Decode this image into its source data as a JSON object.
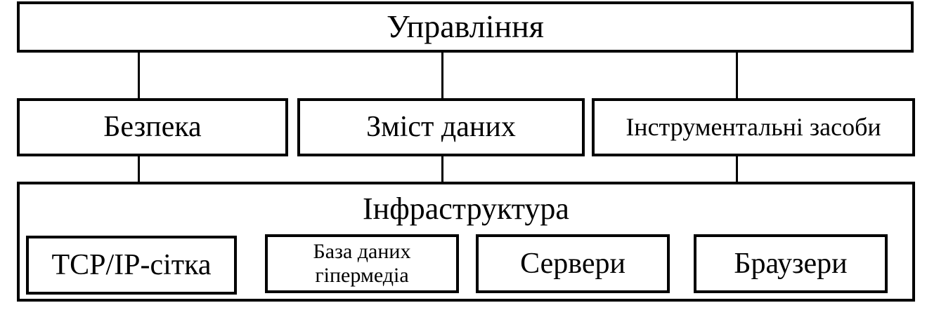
{
  "top": {
    "label": "Управління"
  },
  "middle": [
    {
      "label": "Безпека"
    },
    {
      "label": "Зміст даних"
    },
    {
      "label": "Інструментальні засоби"
    }
  ],
  "infrastructure": {
    "label": "Інфраструктура",
    "components": [
      {
        "label": "TCP/IP-сітка"
      },
      {
        "line1": "База даних",
        "line2": "гіпермедіа"
      },
      {
        "label": "Сервери"
      },
      {
        "label": "Браузери"
      }
    ]
  }
}
